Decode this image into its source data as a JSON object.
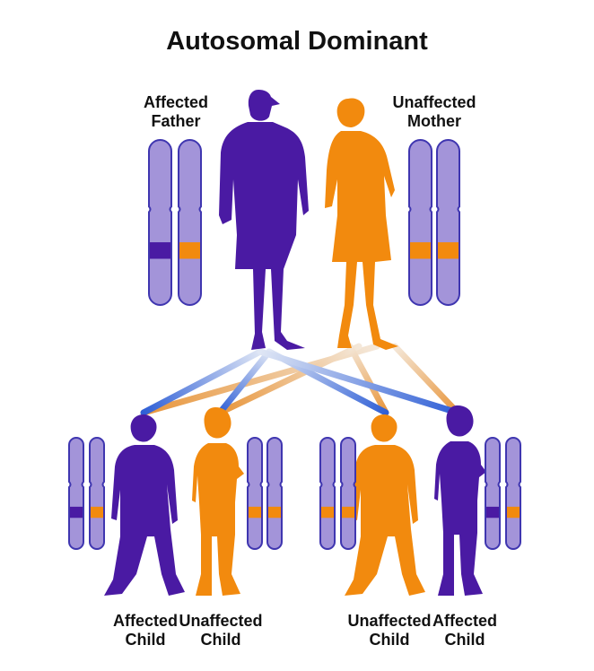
{
  "title": "Autosomal Dominant",
  "colors": {
    "affected": "#4a1aa3",
    "unaffected": "#f28a0e",
    "chromosome_fill": "#a394d9",
    "chromosome_outline": "#3f36b0",
    "line_from_father": "#2f5fd6",
    "line_from_mother": "#e8953a"
  },
  "parents": {
    "father": {
      "line1": "Affected",
      "line2": "Father",
      "status": "affected"
    },
    "mother": {
      "line1": "Unaffected",
      "line2": "Mother",
      "status": "unaffected"
    }
  },
  "children": [
    {
      "line1": "Affected",
      "line2": "Child",
      "status": "affected"
    },
    {
      "line1": "Unaffected",
      "line2": "Child",
      "status": "unaffected"
    },
    {
      "line1": "Unaffected",
      "line2": "Child",
      "status": "unaffected"
    },
    {
      "line1": "Affected",
      "line2": "Child",
      "status": "affected"
    }
  ],
  "icons": [
    "man-silhouette-icon",
    "woman-silhouette-icon",
    "boy-silhouette-icon",
    "girl-silhouette-icon",
    "chromosome-icon"
  ]
}
